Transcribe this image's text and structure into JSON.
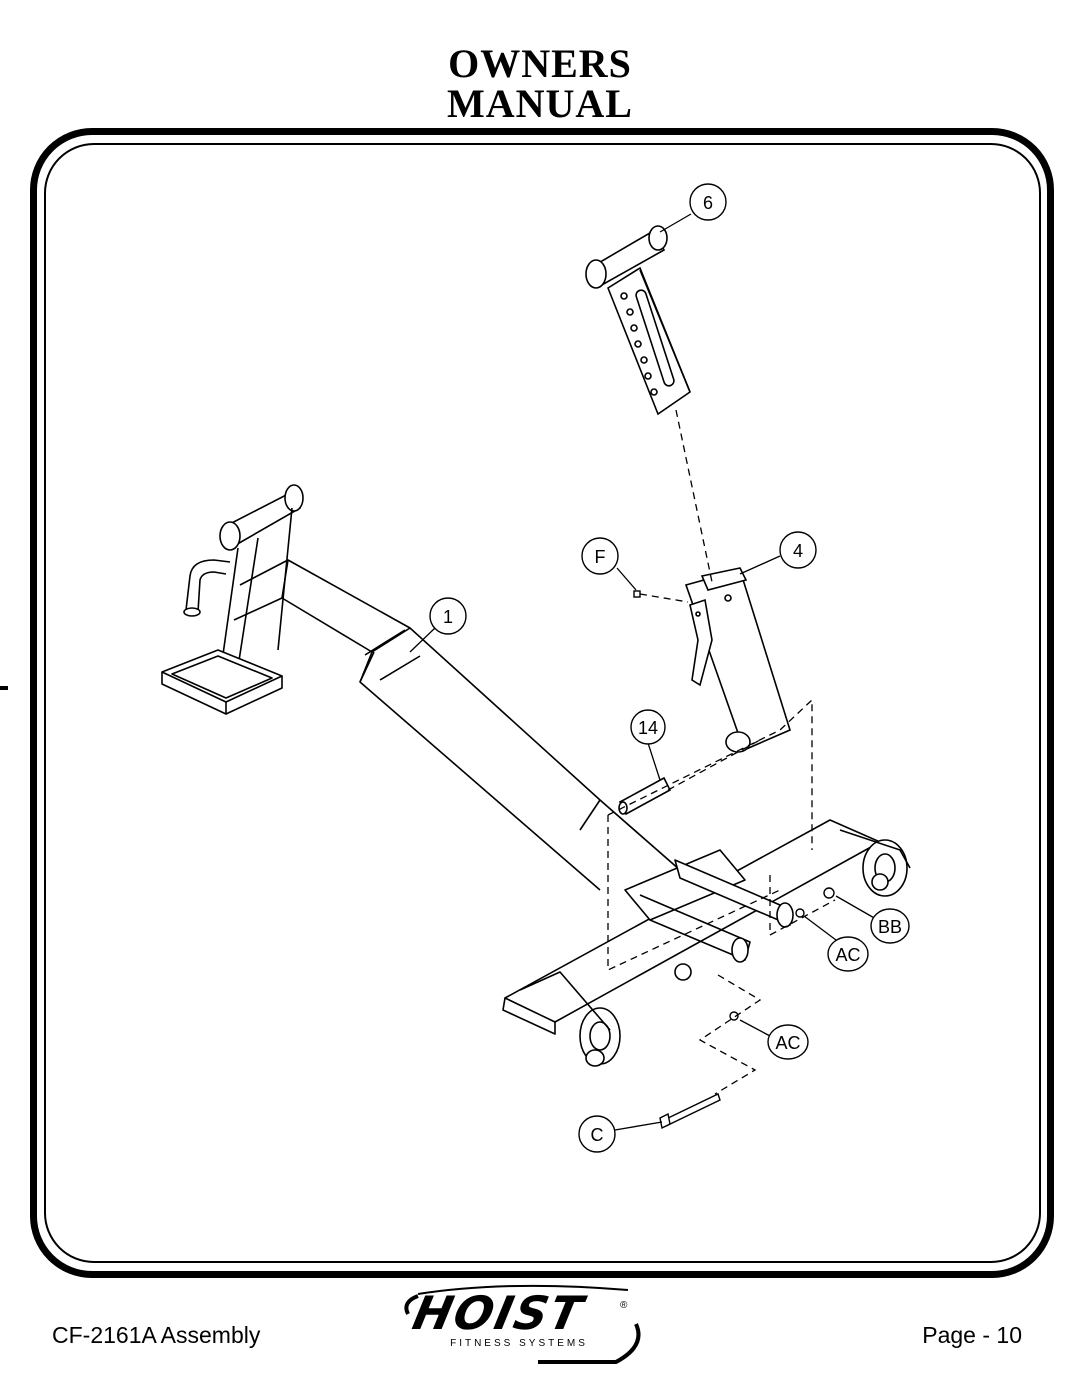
{
  "header": {
    "title_line1": "OWNERS",
    "title_line2": "MANUAL"
  },
  "callouts": {
    "c6": "6",
    "c4": "4",
    "cF": "F",
    "c1": "1",
    "c14": "14",
    "cBB": "BB",
    "cAC1": "AC",
    "cAC2": "AC",
    "cC": "C"
  },
  "footer": {
    "model": "CF-2161A Assembly",
    "page": "Page - 10"
  },
  "logo": {
    "word": "HOIST",
    "sub": "FITNESS SYSTEMS",
    "reg": "®"
  }
}
